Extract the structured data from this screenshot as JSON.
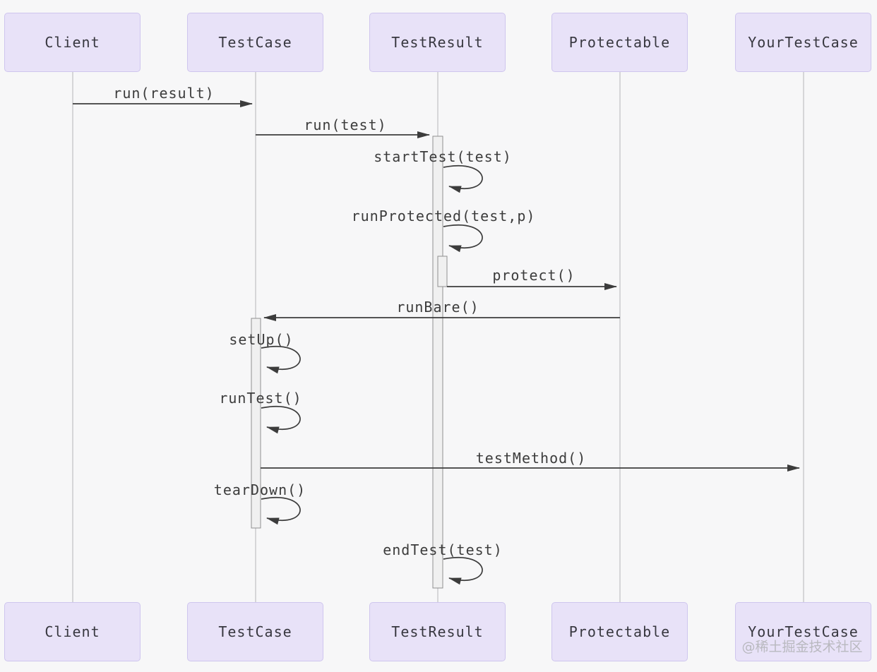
{
  "diagram": {
    "kind": "uml-sequence-diagram",
    "subject": "JUnit test execution flow"
  },
  "colors": {
    "background": "#f7f7f8",
    "participant_fill": "#e8e2f8",
    "participant_border": "#cfc6ee",
    "participant_text": "#37373f",
    "lifeline": "#b4b4b8",
    "arrow": "#3c3c3c",
    "activation_fill": "#f0f0f0",
    "activation_border": "#8f8f8f",
    "watermark_text": "#b9b9bf"
  },
  "participants": [
    {
      "name": "Client"
    },
    {
      "name": "TestCase"
    },
    {
      "name": "TestResult"
    },
    {
      "name": "Protectable"
    },
    {
      "name": "YourTestCase"
    }
  ],
  "messages": [
    {
      "label": "run(result)",
      "from": "Client",
      "to": "TestCase",
      "kind": "call"
    },
    {
      "label": "run(test)",
      "from": "TestCase",
      "to": "TestResult",
      "kind": "call"
    },
    {
      "label": "startTest(test)",
      "from": "TestResult",
      "to": "TestResult",
      "kind": "self"
    },
    {
      "label": "runProtected(test,p)",
      "from": "TestResult",
      "to": "TestResult",
      "kind": "self"
    },
    {
      "label": "protect()",
      "from": "TestResult",
      "to": "Protectable",
      "kind": "call"
    },
    {
      "label": "runBare()",
      "from": "Protectable",
      "to": "TestCase",
      "kind": "call"
    },
    {
      "label": "setUp()",
      "from": "TestCase",
      "to": "TestCase",
      "kind": "self"
    },
    {
      "label": "runTest()",
      "from": "TestCase",
      "to": "TestCase",
      "kind": "self"
    },
    {
      "label": "testMethod()",
      "from": "TestCase",
      "to": "YourTestCase",
      "kind": "call"
    },
    {
      "label": "tearDown()",
      "from": "TestCase",
      "to": "TestCase",
      "kind": "self"
    },
    {
      "label": "endTest(test)",
      "from": "TestResult",
      "to": "TestResult",
      "kind": "self"
    }
  ],
  "watermark": "@稀土掘金技术社区"
}
